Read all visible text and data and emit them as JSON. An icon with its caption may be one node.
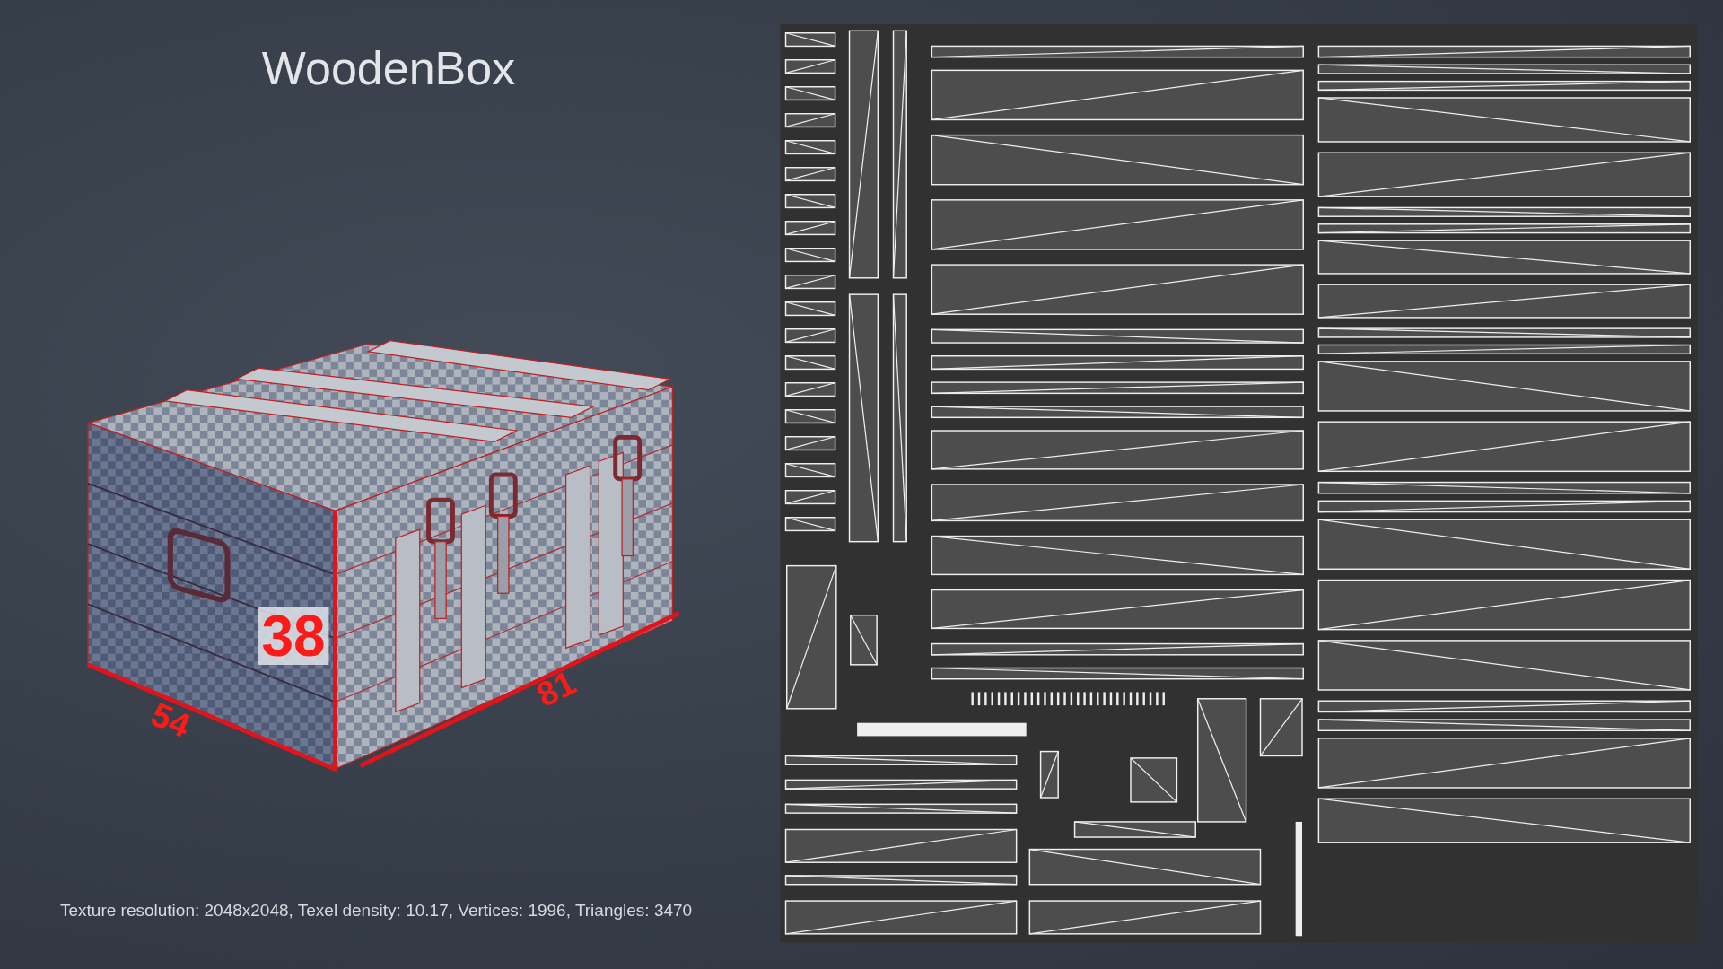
{
  "diagram": {
    "title": "WoodenBox",
    "caption": "Texture resolution: 2048x2048, Texel density: 10.17, Vertices: 1996, Triangles: 3470",
    "labels": [
      "38",
      "81",
      "54"
    ]
  }
}
